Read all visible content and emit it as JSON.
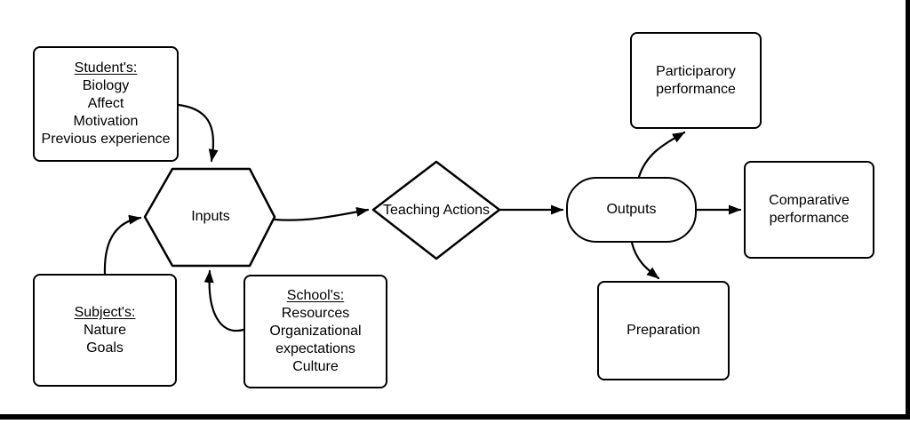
{
  "colors": {
    "stroke": "#000000",
    "background": "#ffffff"
  },
  "nodes": {
    "students": {
      "title": "Student's:",
      "lines": [
        "Biology",
        "Affect",
        "Motivation",
        "Previous experience"
      ]
    },
    "subjects": {
      "title": "Subject's:",
      "lines": [
        "Nature",
        "Goals"
      ]
    },
    "schools": {
      "title": "School's:",
      "lines": [
        "Resources",
        "Organizational expectations",
        "Culture"
      ]
    },
    "inputs": {
      "label": "Inputs"
    },
    "teaching_actions": {
      "label": "Teaching Actions"
    },
    "outputs": {
      "label": "Outputs"
    },
    "participatory": {
      "lines": [
        "Participarory",
        "performance"
      ]
    },
    "comparative": {
      "lines": [
        "Comparative",
        "performance"
      ]
    },
    "preparation": {
      "label": "Preparation"
    }
  }
}
